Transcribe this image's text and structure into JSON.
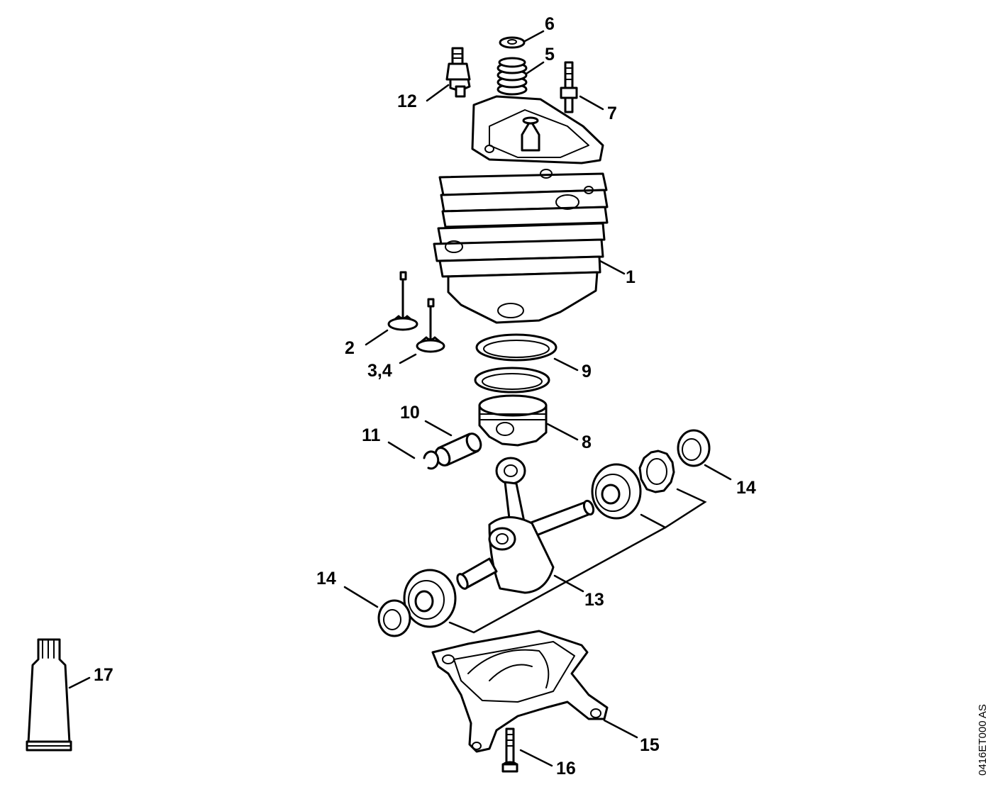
{
  "diagram": {
    "callouts": [
      {
        "id": "c1",
        "label": "1"
      },
      {
        "id": "c2",
        "label": "2"
      },
      {
        "id": "c34",
        "label": "3,4"
      },
      {
        "id": "c5",
        "label": "5"
      },
      {
        "id": "c6",
        "label": "6"
      },
      {
        "id": "c7",
        "label": "7"
      },
      {
        "id": "c8",
        "label": "8"
      },
      {
        "id": "c9",
        "label": "9"
      },
      {
        "id": "c10",
        "label": "10"
      },
      {
        "id": "c11",
        "label": "11"
      },
      {
        "id": "c12",
        "label": "12"
      },
      {
        "id": "c13",
        "label": "13"
      },
      {
        "id": "c14a",
        "label": "14"
      },
      {
        "id": "c14b",
        "label": "14"
      },
      {
        "id": "c15",
        "label": "15"
      },
      {
        "id": "c16",
        "label": "16"
      },
      {
        "id": "c17",
        "label": "17"
      }
    ],
    "drawing_code": "0416ET000 AS"
  }
}
